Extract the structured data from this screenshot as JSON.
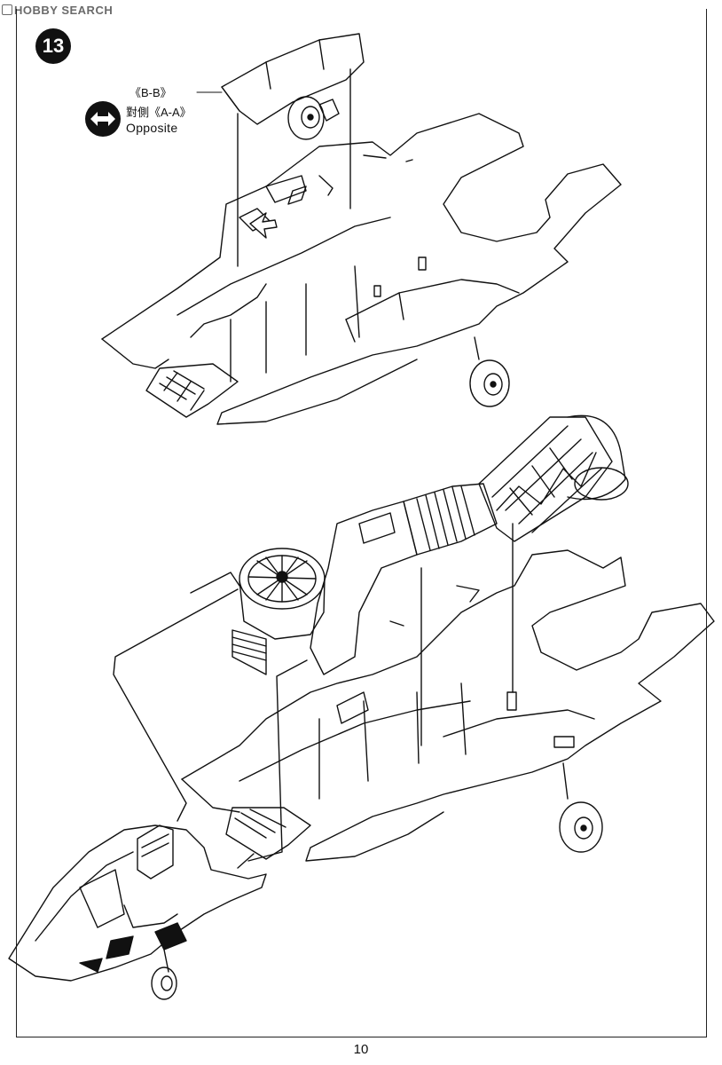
{
  "watermark": {
    "text": "HOBBY SEARCH"
  },
  "step": {
    "number": "13"
  },
  "note": {
    "line1": "《B-B》",
    "line2": "對側《A-A》",
    "line3": "Opposite",
    "icon": "double-arrow-icon"
  },
  "page": {
    "number": "10"
  }
}
